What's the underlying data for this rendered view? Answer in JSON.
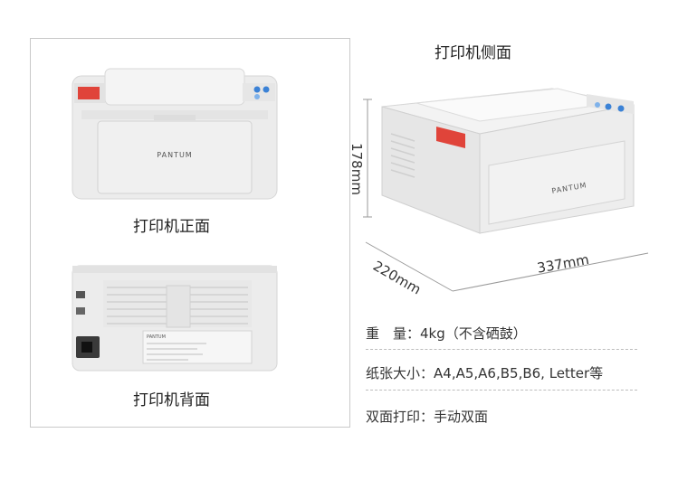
{
  "brand": "PANTUM",
  "captions": {
    "side": "打印机侧面",
    "front": "打印机正面",
    "back": "打印机背面"
  },
  "dimensions": {
    "height": "178mm",
    "depth": "220mm",
    "width": "337mm"
  },
  "specs": [
    {
      "label": "重　量：",
      "value": "4kg（不含硒鼓）"
    },
    {
      "label": "纸张大小：",
      "value": "A4,A5,A6,B5,B6, Letter等"
    },
    {
      "label": "双面打印：",
      "value": "手动双面"
    }
  ],
  "colors": {
    "printer_body": "#eeeeee",
    "sticker": "#e0443a",
    "button_blue": "#3b82d6",
    "border": "#c9c9c9"
  }
}
